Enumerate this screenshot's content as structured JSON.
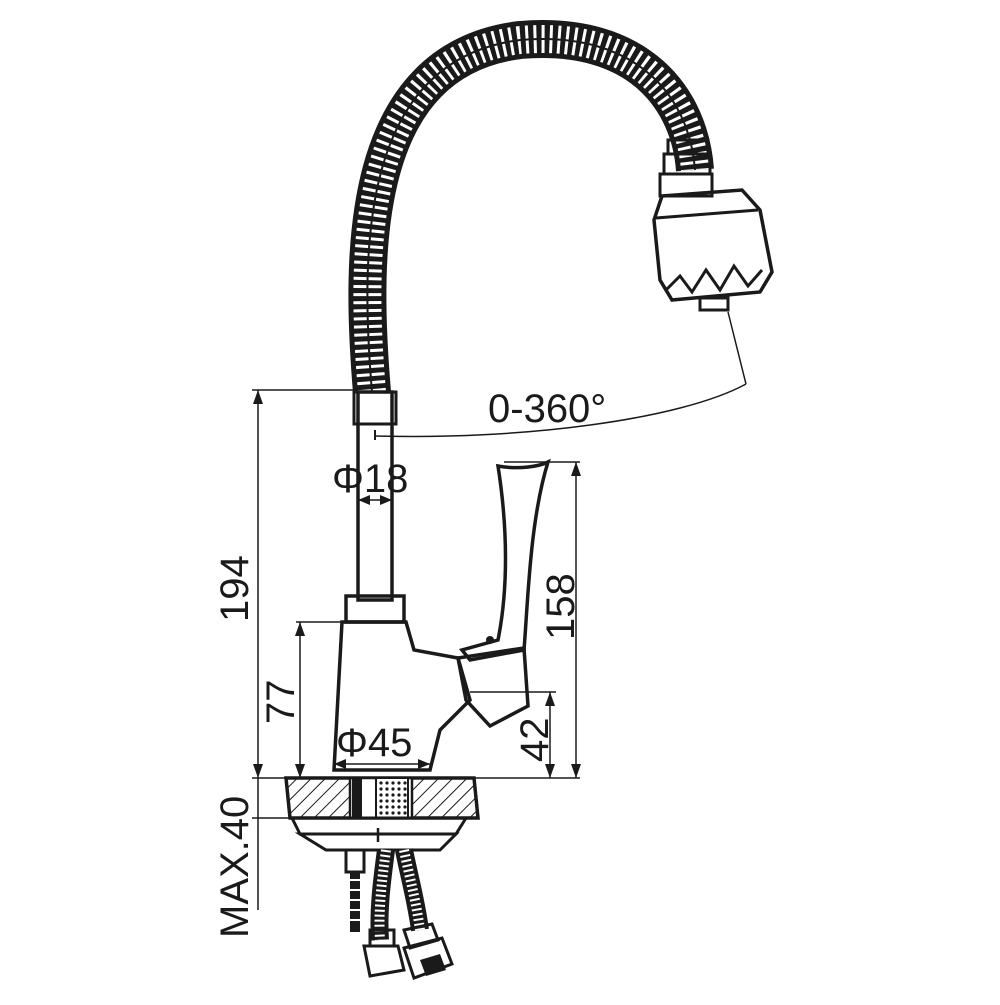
{
  "dimensions": {
    "total_height": "194",
    "lever_height": "158",
    "body_height": "77",
    "handle_offset": "42",
    "max_mount": "MAX.40",
    "pipe_diameter": "Φ18",
    "base_diameter": "Φ45",
    "rotation": "0-360°"
  },
  "colors": {
    "line": "#1a1a1a",
    "background": "#ffffff",
    "hatch": "#1a1a1a"
  }
}
